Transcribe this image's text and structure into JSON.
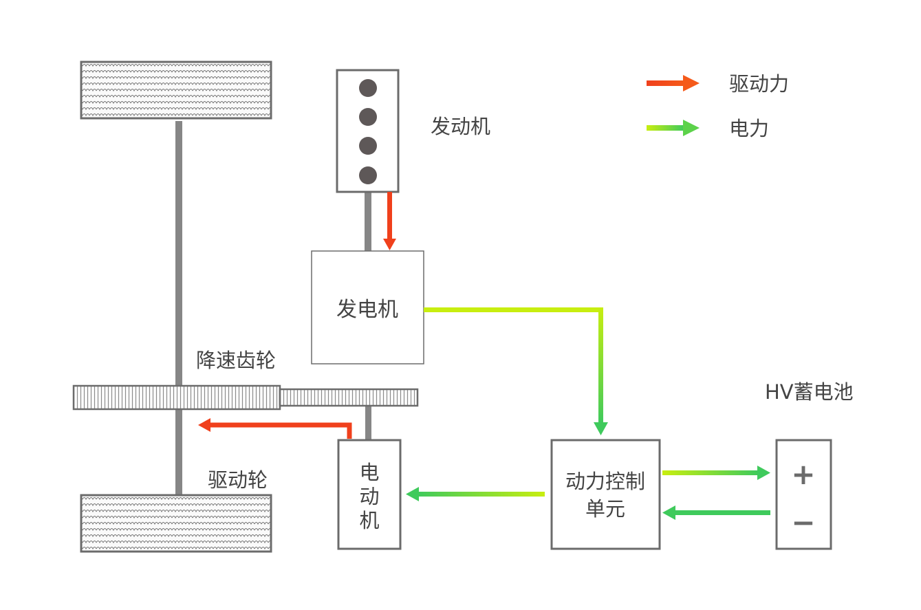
{
  "legend": {
    "drive_force": {
      "label": "驱动力",
      "color": "#f0401c",
      "icon": "red-arrow-icon"
    },
    "electric_power": {
      "label": "电力",
      "color": "#5cd24a",
      "icon": "green-arrow-icon"
    }
  },
  "components": {
    "engine": "发动机",
    "generator": "发电机",
    "reduction_gear": "降速齿轮",
    "drive_wheel": "驱动轮",
    "motor": [
      "电",
      "动",
      "机"
    ],
    "pcu": [
      "动力控制",
      "单元"
    ],
    "battery": "HV蓄电池",
    "battery_plus": "+",
    "battery_minus": "−"
  },
  "colors": {
    "outline": "#6b6b6b",
    "shaft": "#868686",
    "piston": "#5e5858",
    "text": "#444444",
    "red": "#f0401c",
    "green_a": "#c8ee10",
    "green_b": "#3fca5c"
  }
}
